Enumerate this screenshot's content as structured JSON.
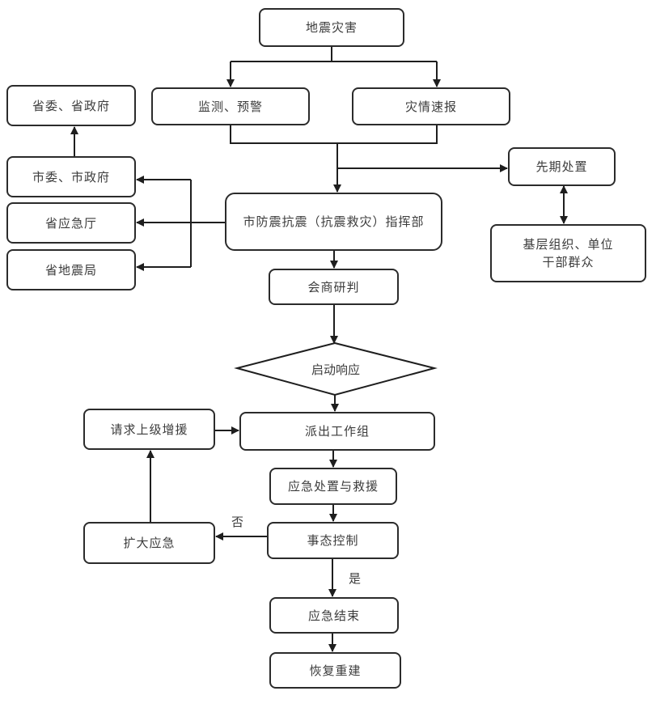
{
  "title": "地震灾害应急响应流程图",
  "nodes": {
    "disaster": "地震灾害",
    "monitor": "监测、预警",
    "report": "灾情速报",
    "province_gov": "省委、省政府",
    "city_gov": "市委、市政府",
    "province_emergency": "省应急厅",
    "province_seismic": "省地震局",
    "command": "市防震抗震（抗震救灾）指挥部",
    "initial_response": "先期处置",
    "grassroots_line1": "基层组织、单位",
    "grassroots_line2": "干部群众",
    "consult": "会商研判",
    "start_response": "启动响应",
    "request_support": "请求上级增援",
    "dispatch": "派出工作组",
    "rescue": "应急处置与救援",
    "expand": "扩大应急",
    "control": "事态控制",
    "end": "应急结束",
    "rebuild": "恢复重建"
  },
  "edge_labels": {
    "no": "否",
    "yes": "是"
  },
  "colors": {
    "stroke": "#1e1e1e",
    "text": "#3c3c3c",
    "background": "#ffffff"
  }
}
